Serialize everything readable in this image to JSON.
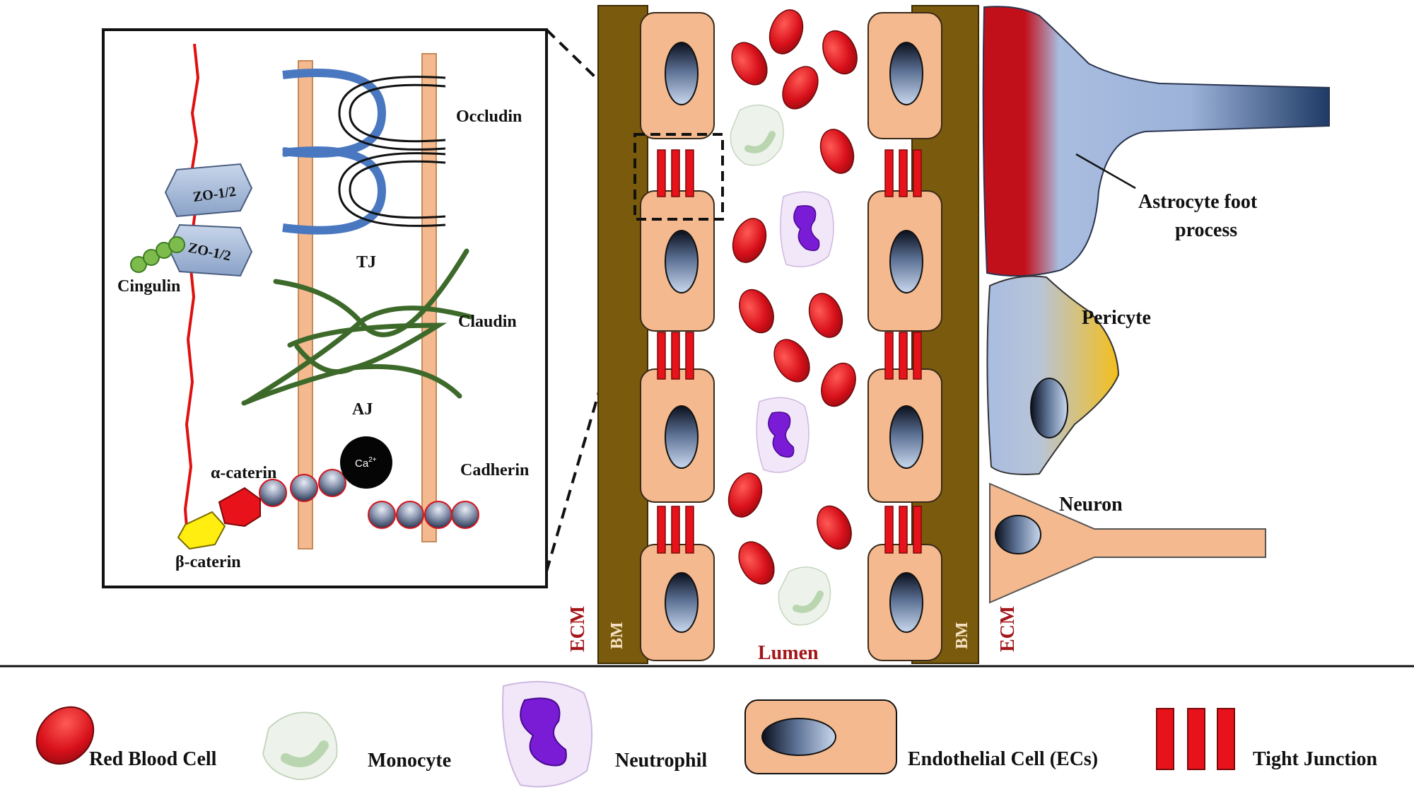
{
  "inset": {
    "occludin": "Occludin",
    "tj": "TJ",
    "claudin": "Claudin",
    "aj": "AJ",
    "cadherin": "Cadherin",
    "zo_top": "ZO-1/2",
    "zo_bottom": "ZO-1/2",
    "cingulin": "Cingulin",
    "alpha_catenin": "α-caterin",
    "beta_catenin": "β-caterin",
    "ca_base": "Ca",
    "ca_sup": "2+"
  },
  "vessel": {
    "ecm_left": "ECM",
    "bm_left": "BM",
    "lumen": "Lumen",
    "bm_right": "BM",
    "ecm_right": "ECM"
  },
  "cells": {
    "astrocyte_line1": "Astrocyte foot",
    "astrocyte_line2": "process",
    "pericyte": "Pericyte",
    "neuron": "Neuron"
  },
  "legend": {
    "rbc": "Red Blood Cell",
    "monocyte": "Monocyte",
    "neutrophil": "Neutrophil",
    "endothelial": "Endothelial  Cell (ECs)",
    "tight_junction": "Tight  Junction"
  },
  "colors": {
    "ecm_brown": "#7a5a0c",
    "endothelial": "#f4b98e",
    "rbc": "#d8101a",
    "tight_junction": "#e8121b",
    "label_red": "#a3161a",
    "claudin_green": "#3d6a2a",
    "occludin_blue": "#4a78c0",
    "astrocyte_red": "#c2101a",
    "astrocyte_navy": "#1e3a66",
    "pericyte_yellow": "#f4bf1c"
  }
}
